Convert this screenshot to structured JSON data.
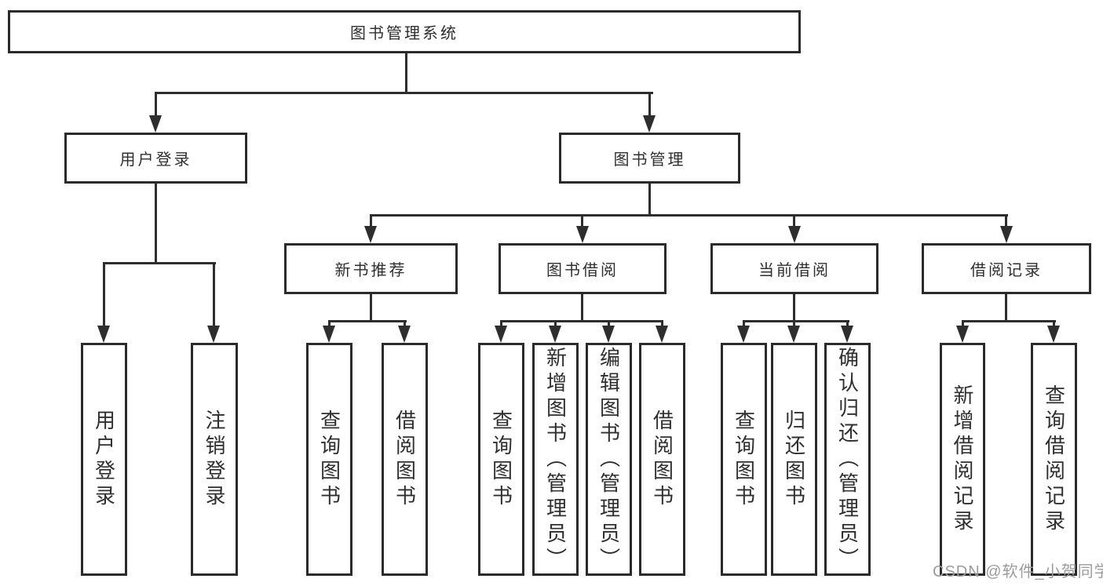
{
  "diagram": {
    "root": {
      "label": "图书管理系统",
      "children": [
        {
          "label": "用户登录",
          "children": [
            {
              "label": "用户登录"
            },
            {
              "label": "注销登录"
            }
          ]
        },
        {
          "label": "图书管理",
          "children": [
            {
              "label": "新书推荐",
              "children": [
                {
                  "label": "查询图书"
                },
                {
                  "label": "借阅图书"
                }
              ]
            },
            {
              "label": "图书借阅",
              "children": [
                {
                  "label": "查询图书"
                },
                {
                  "label": "新增图书（管理员）"
                },
                {
                  "label": "编辑图书（管理员）"
                },
                {
                  "label": "借阅图书"
                }
              ]
            },
            {
              "label": "当前借阅",
              "children": [
                {
                  "label": "查询图书"
                },
                {
                  "label": "归还图书"
                },
                {
                  "label": "确认归还（管理员）"
                }
              ]
            },
            {
              "label": "借阅记录",
              "children": [
                {
                  "label": "新增借阅记录"
                },
                {
                  "label": "查询借阅记录"
                }
              ]
            }
          ]
        }
      ]
    },
    "watermark": "CSDN @软件_小贺同学",
    "colors": {
      "line": "#2e2e2e",
      "border": "#2b2b2b",
      "text": "#2f2f2f",
      "watermark": "#9c9c9c",
      "background": "#ffffff"
    }
  }
}
